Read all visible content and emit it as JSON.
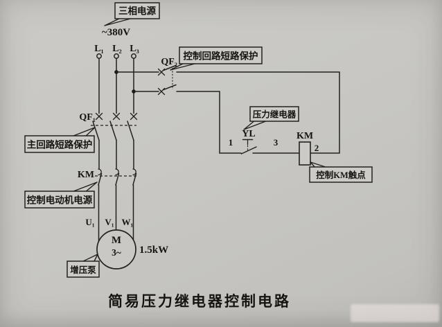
{
  "title": "简易压力继电器控制电路",
  "colors": {
    "paper": "#c8c7c3",
    "line": "#23211d",
    "text": "#16140f"
  },
  "source": {
    "callout": "三相电源",
    "voltage": "~380V",
    "phases": [
      "L₁",
      "L₂",
      "L₃"
    ]
  },
  "breakers": {
    "qf1": {
      "label": "QF₁",
      "callout": "主回路短路保护"
    },
    "qf2": {
      "label": "QF₂",
      "callout": "控制回路短路保护"
    }
  },
  "contactor": {
    "main_label": "KM",
    "main_callout": "控制电动机电源",
    "coil_label": "KM",
    "coil_callout": "控制KM触点",
    "coil_terminal": "2"
  },
  "pressure_relay": {
    "label": "YL",
    "callout": "压力继电器",
    "terminal_left": "1",
    "terminal_right": "3"
  },
  "motor": {
    "label": "M",
    "phase": "3~",
    "power": "1.5kW",
    "terminals": [
      "U₁",
      "V₁",
      "W₁"
    ],
    "callout": "增压泵"
  }
}
